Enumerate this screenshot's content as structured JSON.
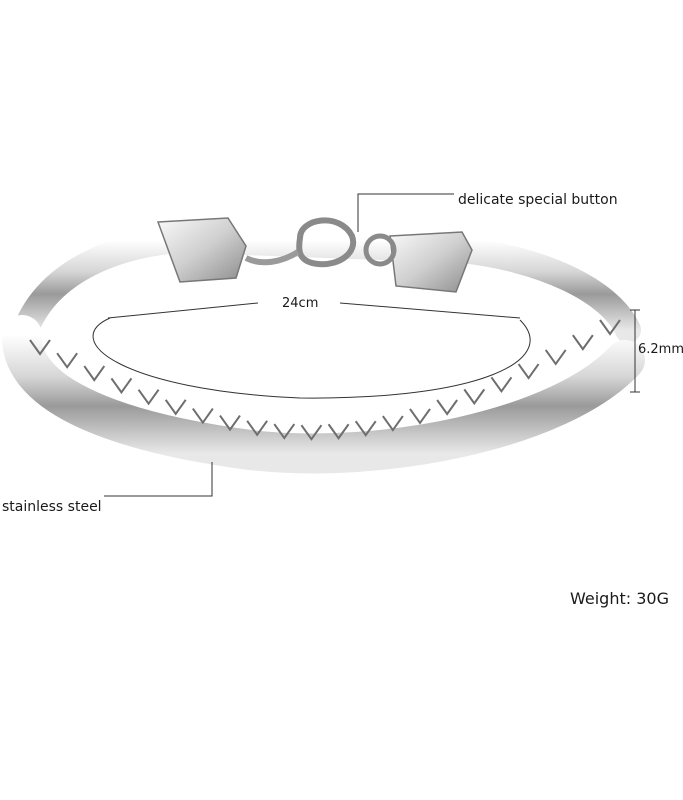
{
  "annotations": {
    "button": "delicate special button",
    "length": "24cm",
    "width": "6.2mm",
    "material": "stainless steel",
    "weight": "Weight: 30G"
  },
  "colors": {
    "metal_light": "#f4f4f4",
    "metal_mid": "#c9c9c9",
    "metal_dark": "#7a7a7a",
    "line": "#333333"
  }
}
